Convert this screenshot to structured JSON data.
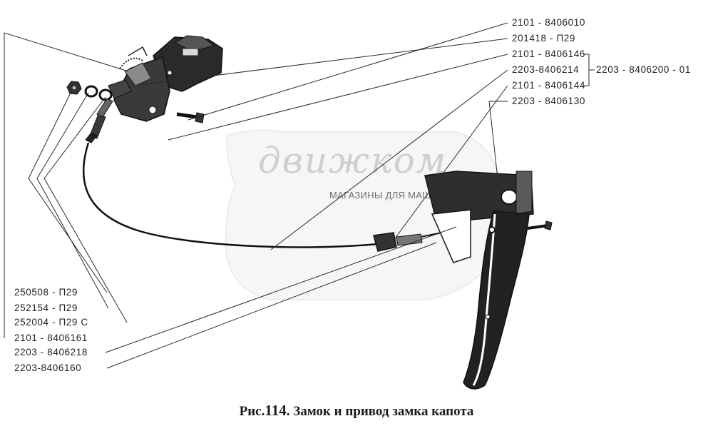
{
  "figure": {
    "caption_prefix": "Рис.",
    "caption_number": "114",
    "caption_text": ". Замок и привод замка капота"
  },
  "watermark": {
    "title": "движком",
    "subtitle": "МАГАЗИНЫ ДЛЯ МАШ"
  },
  "labels": {
    "part_2101_8406010": "2101 - 8406010",
    "part_201418_p29": "201418 - П29",
    "part_2101_8406146": "2101 - 8406146",
    "part_2203_8406214": "2203-8406214",
    "part_2101_8406144": "2101 - 8406144",
    "part_2203_8406130": "2203 - 8406130",
    "assembly_2203_8406200_01": "2203 - 8406200 - 01",
    "part_250508_p29": "250508 - П29",
    "part_252154_p29": "252154 - П29",
    "part_252004_p29c": "252004 - П29 С",
    "part_2101_8406161": "2101 - 8406161",
    "part_2203_8406218": "2203 - 8406218",
    "part_2203_8406160": "2203-8406160"
  }
}
